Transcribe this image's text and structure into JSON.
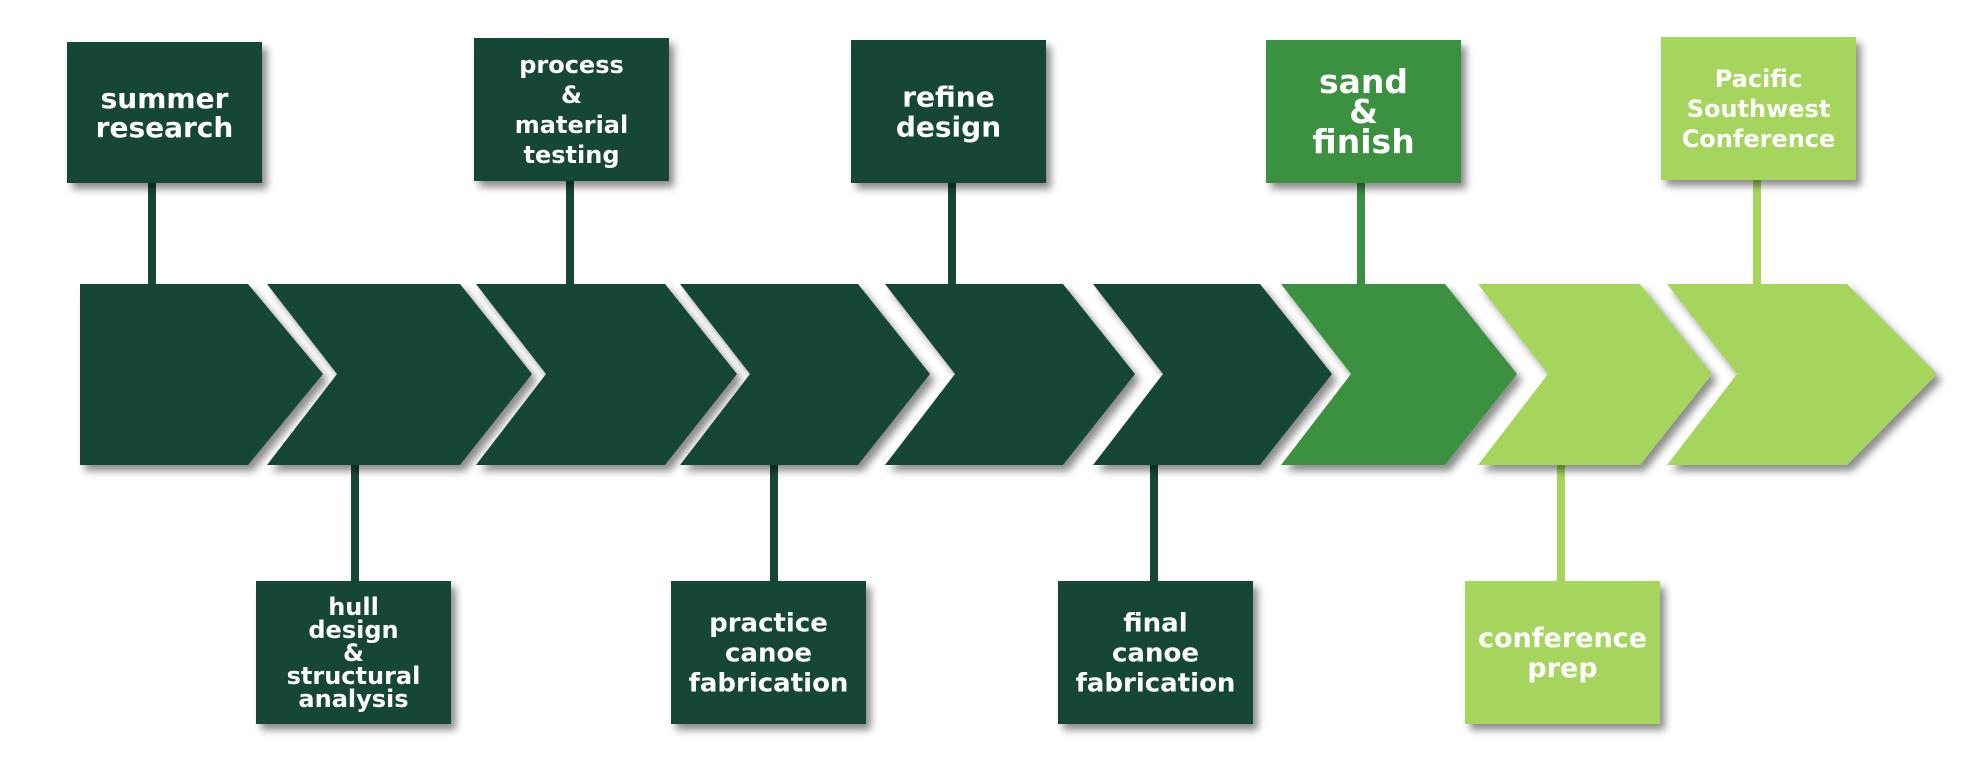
{
  "colors": {
    "dark": "#184734",
    "medium": "#3b9140",
    "light": "#a5d55b"
  },
  "stages": [
    {
      "color": "dark"
    },
    {
      "color": "dark"
    },
    {
      "color": "dark"
    },
    {
      "color": "dark"
    },
    {
      "color": "dark"
    },
    {
      "color": "dark"
    },
    {
      "color": "medium"
    },
    {
      "color": "light"
    },
    {
      "color": "light"
    }
  ],
  "milestones": [
    {
      "id": "summer-research",
      "lines": [
        "summer",
        "research"
      ],
      "position": "top",
      "stage": 0,
      "color": "dark"
    },
    {
      "id": "hull-design",
      "lines": [
        "hull",
        "design",
        "&",
        "structural",
        "analysis"
      ],
      "position": "bottom",
      "stage": 1,
      "color": "dark"
    },
    {
      "id": "process-material-testing",
      "lines": [
        "process",
        "&",
        "material",
        "testing"
      ],
      "position": "top",
      "stage": 2,
      "color": "dark"
    },
    {
      "id": "practice-canoe-fabrication",
      "lines": [
        "practice",
        "canoe",
        "fabrication"
      ],
      "position": "bottom",
      "stage": 3,
      "color": "dark"
    },
    {
      "id": "refine-design",
      "lines": [
        "refine",
        "design"
      ],
      "position": "top",
      "stage": 4,
      "color": "dark"
    },
    {
      "id": "final-canoe-fabrication",
      "lines": [
        "final",
        "canoe",
        "fabrication"
      ],
      "position": "bottom",
      "stage": 5,
      "color": "dark"
    },
    {
      "id": "sand-finish",
      "lines": [
        "sand",
        "&",
        "finish"
      ],
      "position": "top",
      "stage": 6,
      "color": "medium"
    },
    {
      "id": "conference-prep",
      "lines": [
        "conference",
        "prep"
      ],
      "position": "bottom",
      "stage": 7,
      "color": "light"
    },
    {
      "id": "pacific-southwest-conference",
      "lines": [
        "Pacific",
        "Southwest",
        "Conference"
      ],
      "position": "top",
      "stage": 8,
      "color": "light"
    }
  ]
}
